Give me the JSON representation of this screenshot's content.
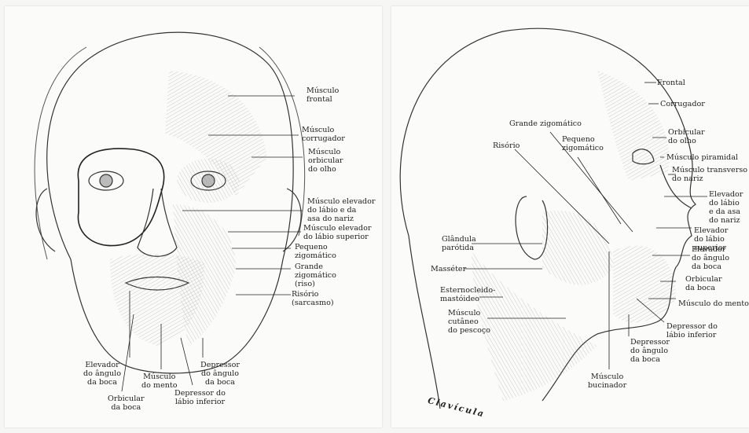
{
  "left_figure": {
    "labels": {
      "frontal": "Músculo\nfrontal",
      "corrugador": "Músculo\ncorrugador",
      "orbicular_olho": "Músculo\norbicular\ndo olho",
      "elevador_labio_asa": "Músculo elevador\ndo lábio e da\nasa do nariz",
      "elevador_labio_superior": "Músculo elevador\ndo lábio superior",
      "pequeno_zigomatico": "Pequeno\nzigomático",
      "grande_zigomatico": "Grande\nzigomático\n(riso)",
      "risorio": "Risório\n(sarcasmo)",
      "elevador_angulo": "Elevador\ndo ângulo\nda boca",
      "mento": "Músculo\ndo mento",
      "depressor_angulo": "Depressor\ndo ângulo\nda boca",
      "orbicular_boca": "Orbicular\nda boca",
      "depressor_labio": "Depressor do\nlábio inferior"
    }
  },
  "right_figure": {
    "labels": {
      "frontal": "Frontal",
      "corrugador": "Corrugador",
      "grande_zigomatico": "Grande zigomático",
      "risorio": "Risório",
      "pequeno_zigomatico": "Pequeno\nzigomático",
      "orbicular_olho": "Orbicular\ndo olho",
      "piramidal": "Músculo piramidal",
      "transverso": "Músculo transverso\ndo nariz",
      "elevador_labio_asa": "Elevador\ndo lábio\ne da asa\ndo nariz",
      "elevador_labio_superior": "Elevador\ndo lábio superior",
      "glandula": "Glândula\nparótida",
      "elevador_angulo": "Elevador\ndo ângulo\nda boca",
      "masseter": "Masséter",
      "orbicular_boca": "Orbicular\nda boca",
      "esternocleido": "Esternocleido-\nmastóideo",
      "mento": "Músculo do mento",
      "cutaneo": "Músculo\ncutâneo\ndo pescoço",
      "depressor_labio": "Depressor do\nlábio inferior",
      "depressor_angulo": "Depressor\ndo ângulo\nda boca",
      "bucinador": "Músculo\nbucinador",
      "clavicula": "Clavícula"
    }
  }
}
